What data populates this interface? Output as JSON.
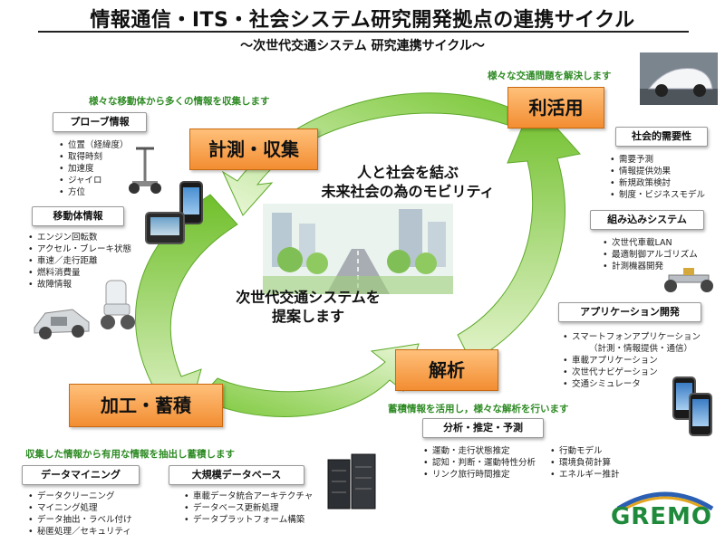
{
  "title": "情報通信・ITS・社会システム研究開発拠点の連携サイクル",
  "subtitle": "〜次世代交通システム 研究連携サイクル〜",
  "stages": {
    "measure": "計測・収集",
    "utilize": "利活用",
    "analyze": "解析",
    "process": "加工・蓄積"
  },
  "captions": {
    "collect": "様々な移動体から多くの情報を収集します",
    "solve": "様々な交通問題を解決します",
    "analyze": "蓄積情報を活用し，様々な解析を行います",
    "extract": "収集した情報から有用な情報を抽出し蓄積します"
  },
  "center": {
    "top_line1": "人と社会を結ぶ",
    "top_line2": "未来社会の為のモビリティ",
    "bottom_line1": "次世代交通システムを",
    "bottom_line2": "提案します"
  },
  "categories": {
    "probe": {
      "title": "プローブ情報",
      "items": [
        "位置（経緯度）",
        "取得時刻",
        "加速度",
        "ジャイロ",
        "方位"
      ]
    },
    "vehicle": {
      "title": "移動体情報",
      "items": [
        "エンジン回転数",
        "アクセル・ブレーキ状態",
        "車速／走行距離",
        "燃料消費量",
        "故障情報"
      ]
    },
    "social": {
      "title": "社会的需要性",
      "items": [
        "需要予測",
        "情報提供効果",
        "新規政策検討",
        "制度・ビジネスモデル"
      ]
    },
    "embedded": {
      "title": "組み込みシステム",
      "items": [
        "次世代車載LAN",
        "最適制御アルゴリズム",
        "計測機器開発"
      ]
    },
    "app": {
      "title": "アプリケーション開発",
      "items": [
        "スマートフォンアプリケーション",
        "（計測・情報提供・通信）",
        "車載アプリケーション",
        "次世代ナビゲーション",
        "交通シミュレータ"
      ]
    },
    "analysis": {
      "title": "分析・推定・予測",
      "items_left": [
        "運動・走行状態推定",
        "認知・判断・運動特性分析",
        "リンク旅行時間推定"
      ],
      "items_right": [
        "行動モデル",
        "環境負荷計算",
        "エネルギー推計"
      ]
    },
    "mining": {
      "title": "データマイニング",
      "items": [
        "データクリーニング",
        "マイニング処理",
        "データ抽出・ラベル付け",
        "秘匿処理／セキュリティ"
      ]
    },
    "database": {
      "title": "大規模データベース",
      "items": [
        "車載データ統合アーキテクチャ",
        "データベース更新処理",
        "データプラットフォーム構築"
      ]
    }
  },
  "logo": "GREMO",
  "colors": {
    "arrow_green": "#6fbf2a",
    "arrow_green_light": "#c6e79a",
    "stage_orange": "#f7a34d",
    "caption_green": "#2e8b24"
  }
}
